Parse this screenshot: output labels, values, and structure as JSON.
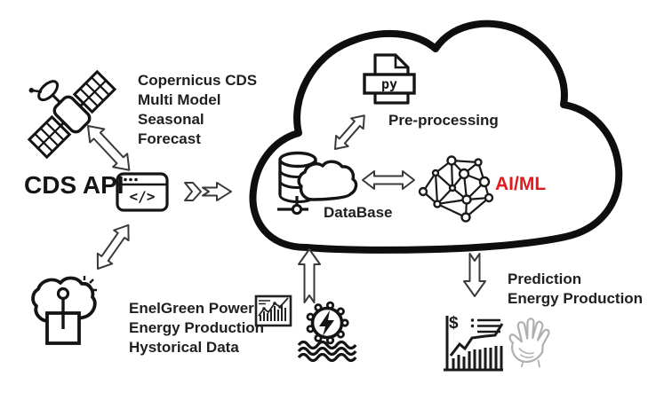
{
  "colors": {
    "ink": "#1f1f1f",
    "accent_red": "#e21b1e",
    "hand_gray": "#b0b0b0"
  },
  "source": {
    "copernicus_lines": [
      "Copernicus CDS",
      "Multi Model",
      "Seasonal",
      "Forecast"
    ],
    "cds_api_label": "CDS API",
    "api_icon_glyph": "</>"
  },
  "cloud": {
    "py_glyph": "py",
    "preprocessing_label": "Pre-processing",
    "database_label": "DataBase",
    "aiml_label": "AI/ML"
  },
  "bottom_left": {
    "enelgreen_lines": [
      "EnelGreen Power",
      "Energy Production",
      "Hystorical Data"
    ]
  },
  "bottom_right": {
    "prediction_lines": [
      "Prediction",
      "Energy Production"
    ],
    "dollar_glyph": "$"
  }
}
